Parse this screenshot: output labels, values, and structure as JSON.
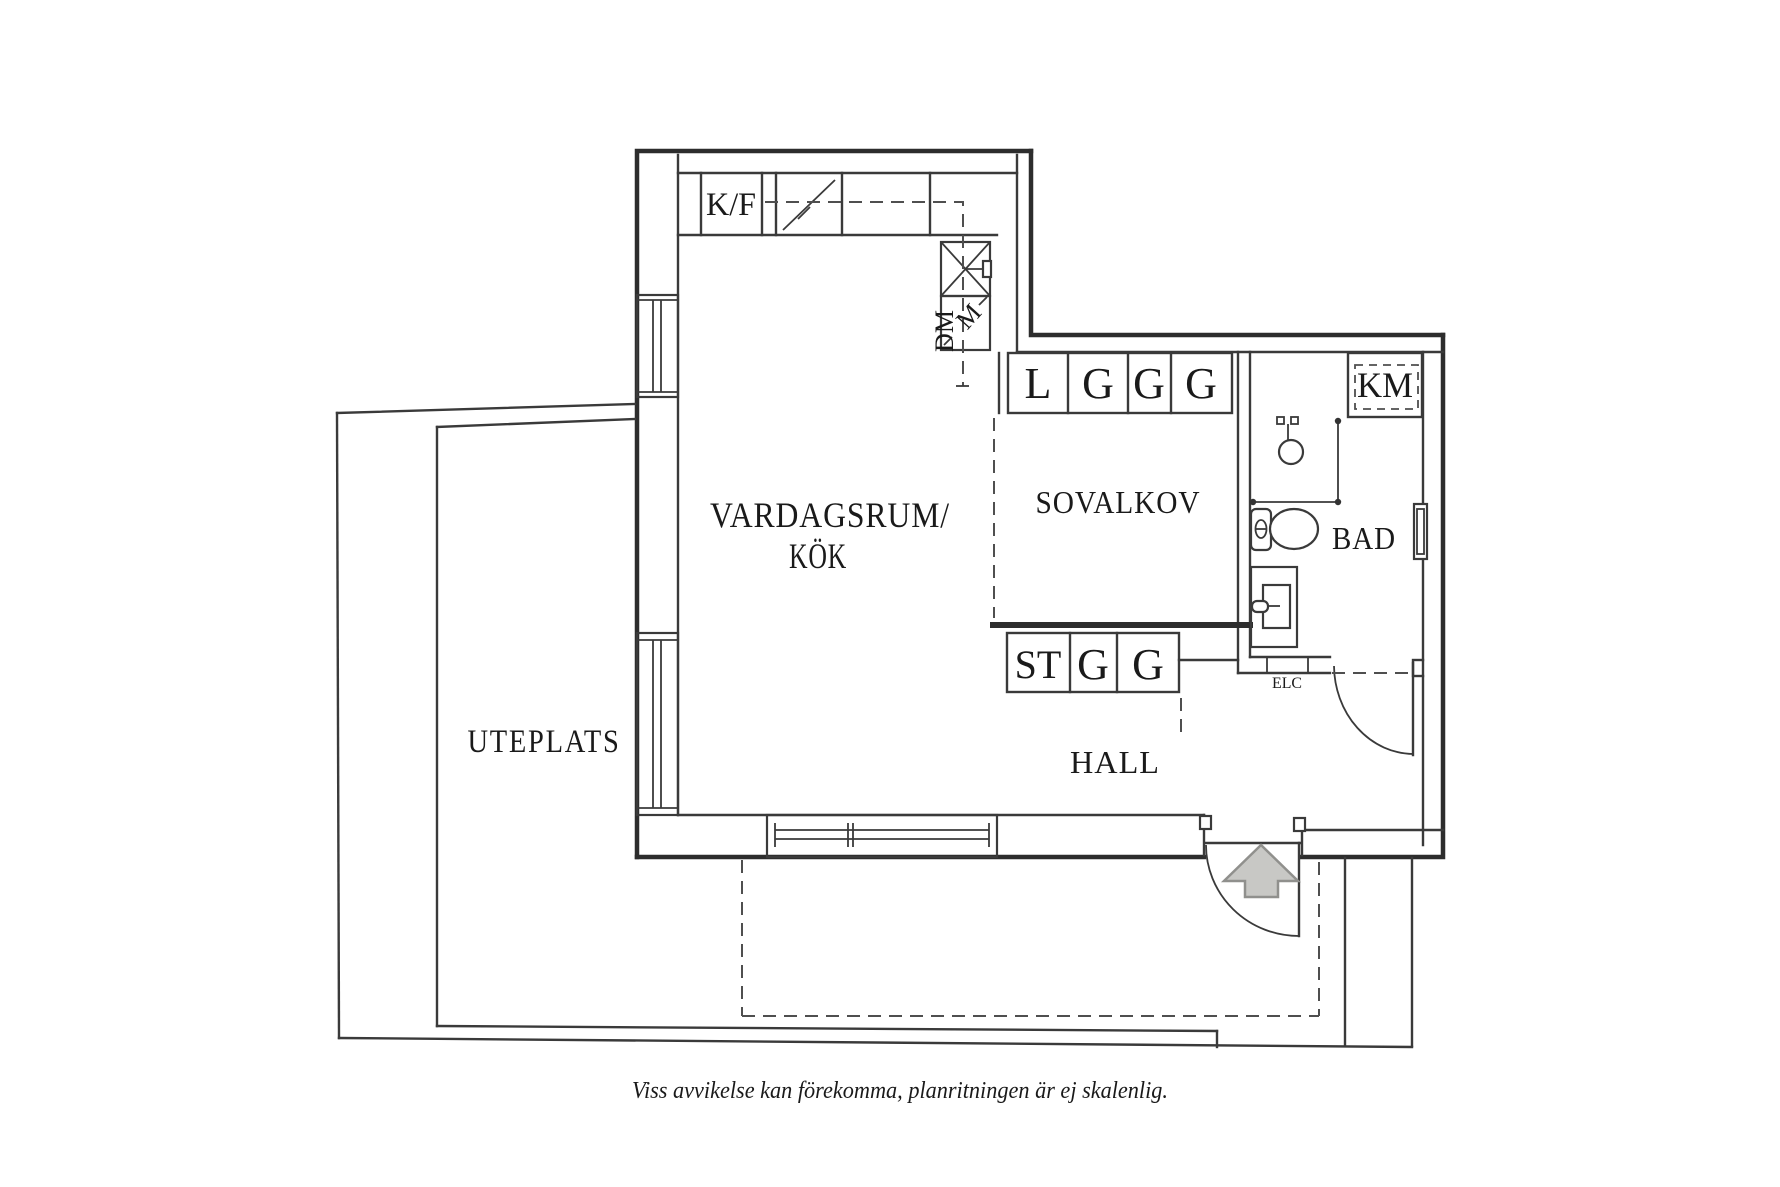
{
  "plan": {
    "rooms": {
      "living_line1": "VARDAGSRUM/",
      "living_line2": "KÖK",
      "alcove": "SOVALKOV",
      "bathroom": "BAD",
      "hall": "HALL",
      "terrace": "UTEPLATS"
    },
    "appliances": {
      "fridge_freezer": "K/F",
      "washing_machine": "KM",
      "dishwasher": "DM",
      "micro": "M",
      "electrical_cabinet": "ELC"
    },
    "wardrobes_top": [
      "L",
      "G",
      "G",
      "G"
    ],
    "wardrobes_hall": [
      "ST",
      "G",
      "G"
    ],
    "disclaimer": "Viss avvikelse kan förekomma, planritningen är ej skalenlig.",
    "colors": {
      "line": "#2d2d2d",
      "text": "#1a1a1a",
      "dashed": "#4f4f4f",
      "arrow_fill": "#c8c8c5",
      "arrow_stroke": "#90908d"
    }
  }
}
